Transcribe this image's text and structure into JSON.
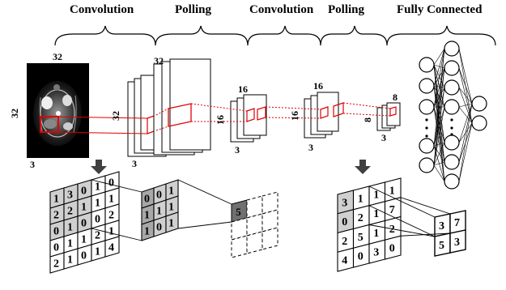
{
  "stages": {
    "conv1": "Convolution",
    "pool1": "Polling",
    "conv2": "Convolution",
    "pool2": "Polling",
    "fc": "Fully Connected"
  },
  "dims": {
    "input_width": "32",
    "input_height": "32",
    "input_depth": "3",
    "conv1_width": "32",
    "conv1_height": "32",
    "conv1_depth": "3",
    "pool1_width": "16",
    "pool1_height": "16",
    "pool1_depth": "3",
    "conv2_width": "16",
    "conv2_height": "16",
    "conv2_depth": "3",
    "pool2_width": "8",
    "pool2_height": "8",
    "pool2_depth": "3"
  },
  "conv_example": {
    "input_grid": [
      [
        "1",
        "3",
        "0",
        "1",
        "0"
      ],
      [
        "2",
        "2",
        "1",
        "1",
        "1"
      ],
      [
        "0",
        "1",
        "0",
        "0",
        "2"
      ],
      [
        "0",
        "1",
        "1",
        "2",
        "1"
      ],
      [
        "2",
        "1",
        "0",
        "1",
        "4"
      ]
    ],
    "kernel": [
      [
        "0",
        "0",
        "1"
      ],
      [
        "1",
        "1",
        "1"
      ],
      [
        "1",
        "0",
        "1"
      ]
    ],
    "output": "5"
  },
  "pool_example": {
    "input_grid": [
      [
        "3",
        "1",
        "1",
        "1"
      ],
      [
        "0",
        "2",
        "1",
        "7"
      ],
      [
        "2",
        "5",
        "1",
        "2"
      ],
      [
        "4",
        "0",
        "3",
        "0"
      ]
    ],
    "output": [
      [
        "3",
        "7"
      ],
      [
        "5",
        "3"
      ]
    ]
  },
  "colors": {
    "highlight_red": "#e00000",
    "cell_gray": "#d0d0d0",
    "dark_gray": "#707070",
    "arrow": "#404040"
  },
  "icons": [
    "down-arrow-icon",
    "ellipsis-dots"
  ]
}
